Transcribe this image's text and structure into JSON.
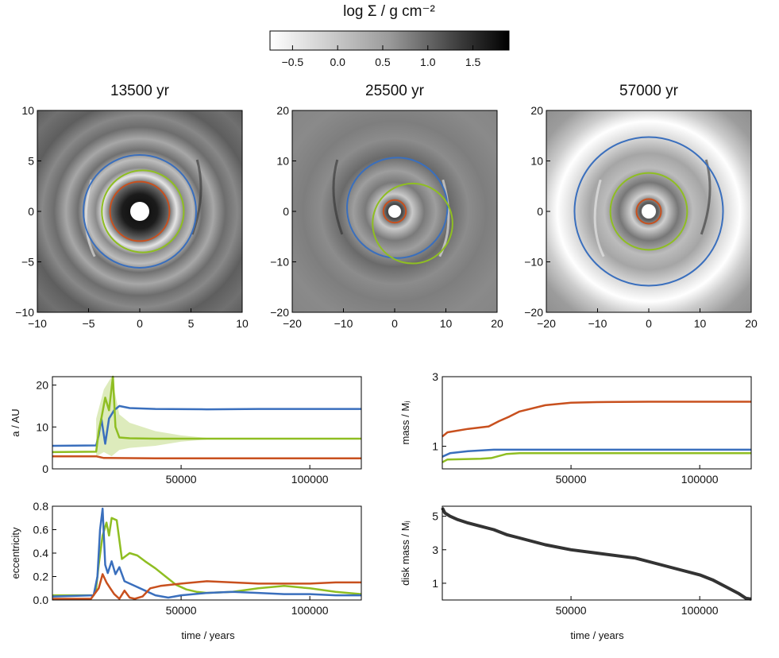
{
  "colorbar": {
    "label": "log Σ / g cm⁻²",
    "range": [
      -0.75,
      1.9
    ],
    "ticks": [
      -0.5,
      0.0,
      0.5,
      1.0,
      1.5
    ],
    "tick_labels": [
      "−0.5",
      "0.0",
      "0.5",
      "1.0",
      "1.5"
    ]
  },
  "colors": {
    "red": "#c8501e",
    "green": "#8fbe22",
    "blue": "#3a6fbd",
    "black": "#333333"
  },
  "chart_data": [
    {
      "type": "heatmap",
      "title": "13500 yr",
      "xlim": [
        -10,
        10
      ],
      "ylim": [
        -10,
        10
      ],
      "xticks": [
        -10,
        -5,
        0,
        5,
        10
      ],
      "yticks": [
        -10,
        -5,
        0,
        5,
        10
      ],
      "tick_labels": [
        "−10",
        "−5",
        "0",
        "5",
        "10"
      ],
      "orbits": [
        {
          "color": "blue",
          "cx": 0.0,
          "cy": 0.0,
          "r": 5.5
        },
        {
          "color": "green",
          "cx": 0.3,
          "cy": 0.0,
          "r": 4.0
        },
        {
          "color": "red",
          "cx": 0.0,
          "cy": 0.0,
          "r": 2.9
        }
      ]
    },
    {
      "type": "heatmap",
      "title": "25500 yr",
      "xlim": [
        -20,
        20
      ],
      "ylim": [
        -20,
        20
      ],
      "xticks": [
        -20,
        -10,
        0,
        10,
        20
      ],
      "yticks": [
        -20,
        -10,
        0,
        10,
        20
      ],
      "tick_labels": [
        "−20",
        "−10",
        "0",
        "10",
        "20"
      ],
      "orbits": [
        {
          "color": "blue",
          "cx": 0.5,
          "cy": 0.7,
          "r": 9.8
        },
        {
          "color": "green",
          "cx": 3.5,
          "cy": -2.4,
          "r": 7.8
        },
        {
          "color": "red",
          "cx": 0.0,
          "cy": 0.0,
          "r": 2.2
        }
      ]
    },
    {
      "type": "heatmap",
      "title": "57000 yr",
      "xlim": [
        -20,
        20
      ],
      "ylim": [
        -20,
        20
      ],
      "xticks": [
        -20,
        -10,
        0,
        10,
        20
      ],
      "yticks": [
        -20,
        -10,
        0,
        10,
        20
      ],
      "tick_labels": [
        "−20",
        "−10",
        "0",
        "10",
        "20"
      ],
      "orbits": [
        {
          "color": "blue",
          "cx": 0.0,
          "cy": 0.0,
          "r": 14.5
        },
        {
          "color": "green",
          "cx": 0.0,
          "cy": 0.0,
          "r": 7.5
        },
        {
          "color": "red",
          "cx": 0.0,
          "cy": 0.0,
          "r": 2.4
        }
      ]
    },
    {
      "type": "line",
      "ylabel": "a / AU",
      "xlim": [
        0,
        120000
      ],
      "ylim": [
        0,
        22
      ],
      "xticks": [
        50000,
        100000
      ],
      "yticks": [
        0,
        10,
        20
      ],
      "series": [
        {
          "color": "blue",
          "x": [
            0,
            17000,
            18000,
            19000,
            20500,
            22000,
            24000,
            26000,
            30000,
            40000,
            60000,
            80000,
            100000,
            120000
          ],
          "y": [
            5.5,
            5.6,
            8,
            12,
            6,
            12,
            14,
            15,
            14.5,
            14.3,
            14.2,
            14.3,
            14.3,
            14.3
          ]
        },
        {
          "color": "green",
          "x": [
            0,
            17000,
            18000,
            19000,
            20500,
            22000,
            23500,
            24500,
            26000,
            30000,
            40000,
            60000,
            80000,
            100000,
            120000
          ],
          "y": [
            4.0,
            4.1,
            9,
            12,
            17,
            14,
            22,
            10,
            7.5,
            7.3,
            7.2,
            7.2,
            7.2,
            7.2,
            7.2
          ]
        },
        {
          "color": "red",
          "x": [
            0,
            17000,
            20000,
            40000,
            80000,
            120000
          ],
          "y": [
            3.0,
            3.0,
            2.6,
            2.5,
            2.5,
            2.5
          ]
        }
      ],
      "band": {
        "color": "green",
        "x": [
          17000,
          20000,
          23000,
          26000,
          30000,
          40000,
          50000,
          60000
        ],
        "upper": [
          12,
          19,
          22,
          13,
          11,
          9,
          8,
          7.4
        ],
        "lower": [
          3,
          4,
          3,
          4.5,
          5,
          5.5,
          6.5,
          7
        ]
      }
    },
    {
      "type": "line",
      "ylabel": "mass / Mⱼ",
      "xlim": [
        0,
        120000
      ],
      "ylim": [
        0.35,
        3
      ],
      "xticks": [
        50000,
        100000
      ],
      "yticks": [
        1,
        3
      ],
      "series": [
        {
          "color": "red",
          "x": [
            0,
            2000,
            10000,
            18000,
            22000,
            26000,
            30000,
            40000,
            50000,
            60000,
            80000,
            120000
          ],
          "y": [
            1.28,
            1.4,
            1.5,
            1.57,
            1.72,
            1.85,
            2.0,
            2.18,
            2.25,
            2.27,
            2.28,
            2.28
          ]
        },
        {
          "color": "blue",
          "x": [
            0,
            3000,
            10000,
            20000,
            30000,
            60000,
            120000
          ],
          "y": [
            0.7,
            0.8,
            0.86,
            0.9,
            0.9,
            0.9,
            0.9
          ]
        },
        {
          "color": "green",
          "x": [
            0,
            2000,
            15000,
            19000,
            25000,
            30000,
            60000,
            120000
          ],
          "y": [
            0.54,
            0.62,
            0.64,
            0.66,
            0.78,
            0.8,
            0.8,
            0.8
          ]
        }
      ]
    },
    {
      "type": "line",
      "ylabel": "eccentricity",
      "xlim": [
        0,
        120000
      ],
      "ylim": [
        0,
        0.8
      ],
      "xticks": [
        50000,
        100000
      ],
      "yticks": [
        0,
        0.2,
        0.4,
        0.6,
        0.8
      ],
      "tick_labels": [
        "0.0",
        "0.2",
        "0.4",
        "0.6",
        "0.8"
      ],
      "series": [
        {
          "color": "green",
          "x": [
            0,
            16000,
            17000,
            18000,
            19500,
            21000,
            22000,
            23000,
            25000,
            27000,
            30000,
            33000,
            36000,
            40000,
            44000,
            48000,
            52000,
            56000,
            60000,
            70000,
            80000,
            90000,
            100000,
            110000,
            120000
          ],
          "y": [
            0.04,
            0.04,
            0.1,
            0.3,
            0.55,
            0.66,
            0.55,
            0.7,
            0.68,
            0.35,
            0.4,
            0.38,
            0.33,
            0.27,
            0.2,
            0.13,
            0.09,
            0.07,
            0.06,
            0.07,
            0.1,
            0.12,
            0.1,
            0.07,
            0.05
          ]
        },
        {
          "color": "blue",
          "x": [
            0,
            16000,
            17500,
            18500,
            19500,
            20500,
            21500,
            23000,
            24500,
            26000,
            28000,
            32000,
            36000,
            40000,
            45000,
            50000,
            60000,
            70000,
            80000,
            90000,
            100000,
            110000,
            120000
          ],
          "y": [
            0.03,
            0.04,
            0.2,
            0.6,
            0.78,
            0.3,
            0.23,
            0.33,
            0.22,
            0.28,
            0.16,
            0.12,
            0.08,
            0.04,
            0.02,
            0.04,
            0.06,
            0.07,
            0.06,
            0.05,
            0.05,
            0.04,
            0.04
          ]
        },
        {
          "color": "red",
          "x": [
            0,
            15000,
            18000,
            19500,
            21000,
            22500,
            24000,
            26000,
            28000,
            30000,
            32000,
            35000,
            38000,
            42000,
            50000,
            60000,
            70000,
            80000,
            90000,
            100000,
            110000,
            120000
          ],
          "y": [
            0.01,
            0.01,
            0.1,
            0.22,
            0.15,
            0.1,
            0.05,
            0.01,
            0.08,
            0.02,
            0.01,
            0.03,
            0.1,
            0.12,
            0.14,
            0.16,
            0.15,
            0.14,
            0.14,
            0.14,
            0.15,
            0.15
          ]
        }
      ]
    },
    {
      "type": "line",
      "ylabel": "disk mass / Mⱼ",
      "xlim": [
        0,
        120000
      ],
      "ylim": [
        0,
        5.6
      ],
      "xticks": [
        50000,
        100000
      ],
      "yticks": [
        1,
        3,
        5
      ],
      "series": [
        {
          "color": "black",
          "x": [
            0,
            1000,
            3000,
            6000,
            10000,
            15000,
            20000,
            25000,
            30000,
            40000,
            50000,
            60000,
            70000,
            75000,
            80000,
            90000,
            100000,
            105000,
            110000,
            115000,
            118000,
            120000
          ],
          "y": [
            5.5,
            5.2,
            5.0,
            4.8,
            4.6,
            4.4,
            4.2,
            3.9,
            3.7,
            3.3,
            3.0,
            2.8,
            2.6,
            2.5,
            2.3,
            1.9,
            1.5,
            1.2,
            0.8,
            0.4,
            0.1,
            0.05
          ]
        }
      ]
    }
  ],
  "xlabels": [
    "time / years",
    "time / years"
  ]
}
